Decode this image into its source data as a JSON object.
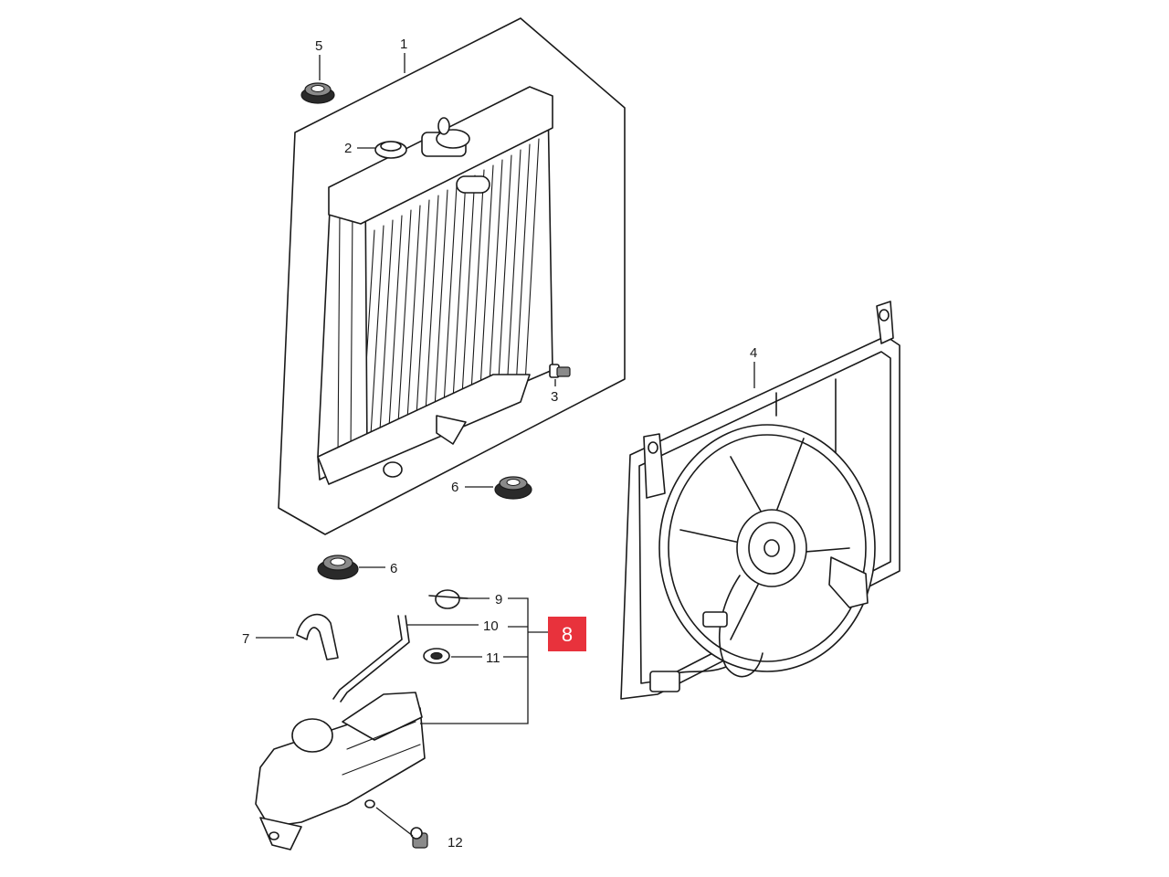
{
  "callouts": {
    "c1": "1",
    "c2": "2",
    "c3": "3",
    "c4": "4",
    "c5": "5",
    "c6a": "6",
    "c6b": "6",
    "c7": "7",
    "c8": "8",
    "c9": "9",
    "c10": "10",
    "c11": "11",
    "c12": "12"
  },
  "colors": {
    "highlight": "#e8323c",
    "line": "#1a1a1a",
    "background": "#ffffff"
  }
}
